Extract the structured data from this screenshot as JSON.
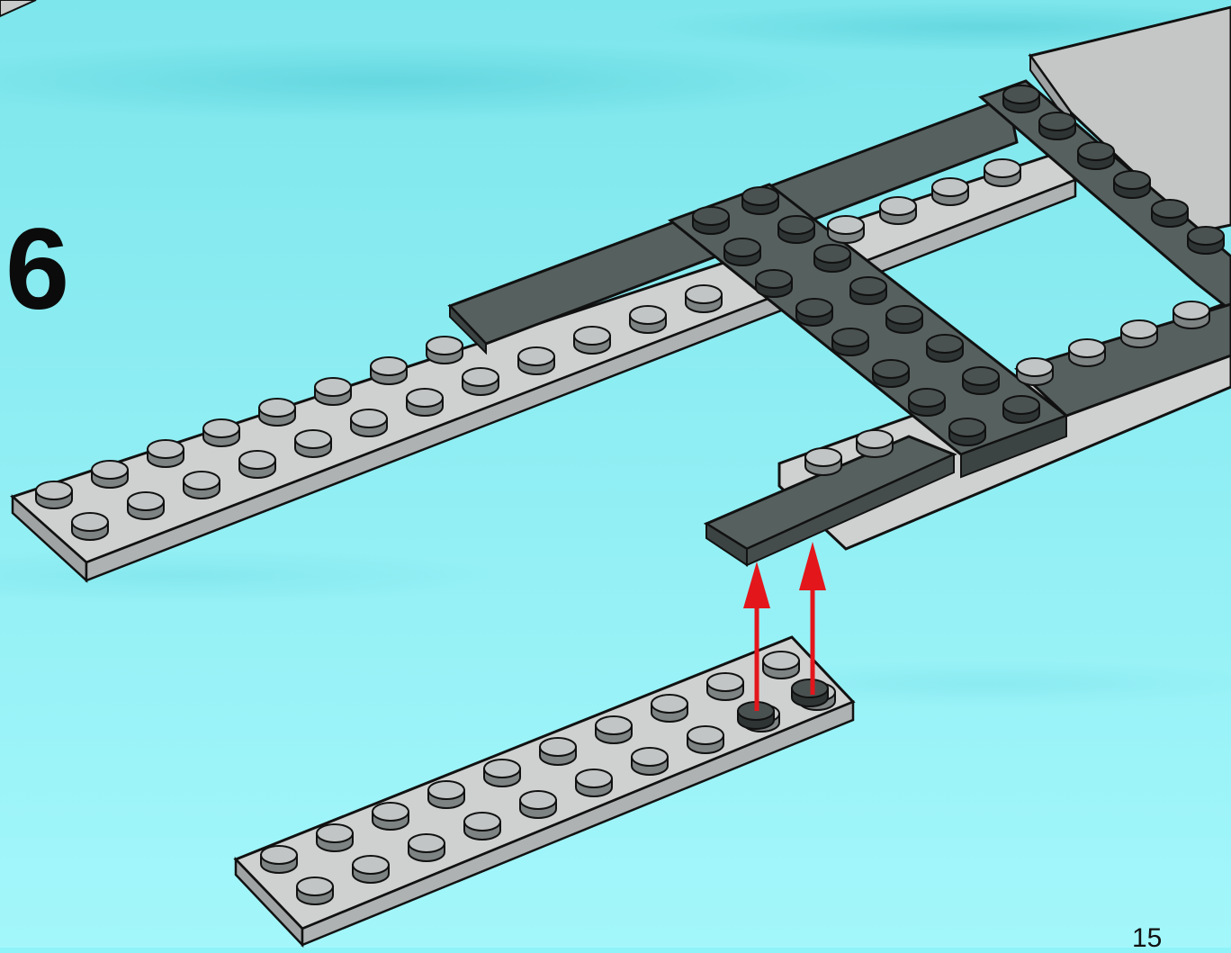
{
  "instruction": {
    "step_number": "6",
    "page_number": "15"
  },
  "colors": {
    "background": "#8ff3f8",
    "light_gray_brick": "#c9cbcb",
    "dark_gray_brick": "#4f5756",
    "stud_dark": "#3e4444",
    "outline": "#111111",
    "arrow": "#e3161b"
  },
  "parts": [
    {
      "name": "light-gray-plate-2x16",
      "color": "light_gray_brick",
      "role": "assembly"
    },
    {
      "name": "dark-gray-tile-1x6",
      "color": "dark_gray_brick",
      "role": "assembly"
    },
    {
      "name": "dark-gray-plate-frame",
      "color": "dark_gray_brick",
      "role": "assembly"
    },
    {
      "name": "light-gray-plate-2x10",
      "color": "light_gray_brick",
      "role": "new-part"
    }
  ],
  "arrows": {
    "count": 2,
    "direction": "up",
    "color": "arrow"
  }
}
